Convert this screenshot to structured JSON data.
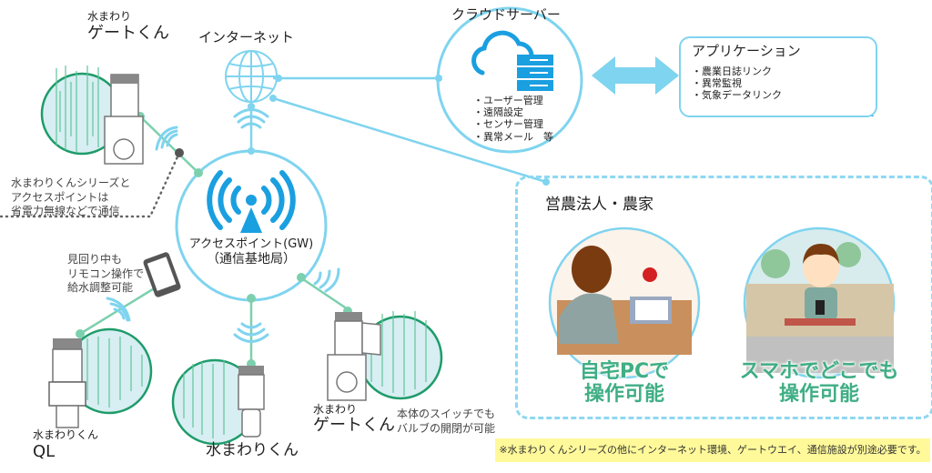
{
  "colors": {
    "sky_blue": "#7fd4ef",
    "accent_blue": "#1a9fe0",
    "green_line": "#7cd0ae",
    "field_green": "#1e9c6a",
    "field_fill": "#d7eef2",
    "caption_green": "#3fae84",
    "footer_bg": "#fff99a"
  },
  "internet": {
    "label": "インターネット",
    "icon": "globe-icon"
  },
  "cloud": {
    "title": "クラウドサーバー",
    "icon": "cloud-server-icon",
    "features": [
      "・ユーザー管理",
      "・遠隔設定",
      "・センサー管理",
      "・異常メール　等"
    ]
  },
  "app": {
    "title": "アプリケーション",
    "features": [
      "・農業日誌リンク",
      "・異常監視",
      "・気象データリンク"
    ],
    "icons": [
      "smartphone-icon",
      "laptop-icon"
    ]
  },
  "access_point": {
    "line1": "アクセスポイント(GW)",
    "line2": "（通信基地局）",
    "icon": "antenna-icon"
  },
  "devices": {
    "gate_top": {
      "small": "水まわり",
      "big": "ゲートくん"
    },
    "ql": {
      "small": "水まわりくん",
      "big": "QL"
    },
    "kun": {
      "big": "水まわりくん"
    },
    "gate_bottom": {
      "small": "水まわり",
      "big": "ゲートくん"
    }
  },
  "notes": {
    "wireless": [
      "水まわりくんシリーズと",
      "アクセスポイントは",
      "省電力無線などで通信"
    ],
    "remote": [
      "見回り中も",
      "リモコン操作で",
      "給水調整可能"
    ],
    "switch": [
      "本体のスイッチでも",
      "バルブの開閉が可能"
    ]
  },
  "farm": {
    "title": "営農法人・農家",
    "home_pc": [
      "自宅PCで",
      "操作可能"
    ],
    "smartphone": [
      "スマホでどこでも",
      "操作可能"
    ]
  },
  "footer": "※水まわりくんシリーズの他にインターネット環境、ゲートウエイ、通信施設が別途必要です。"
}
